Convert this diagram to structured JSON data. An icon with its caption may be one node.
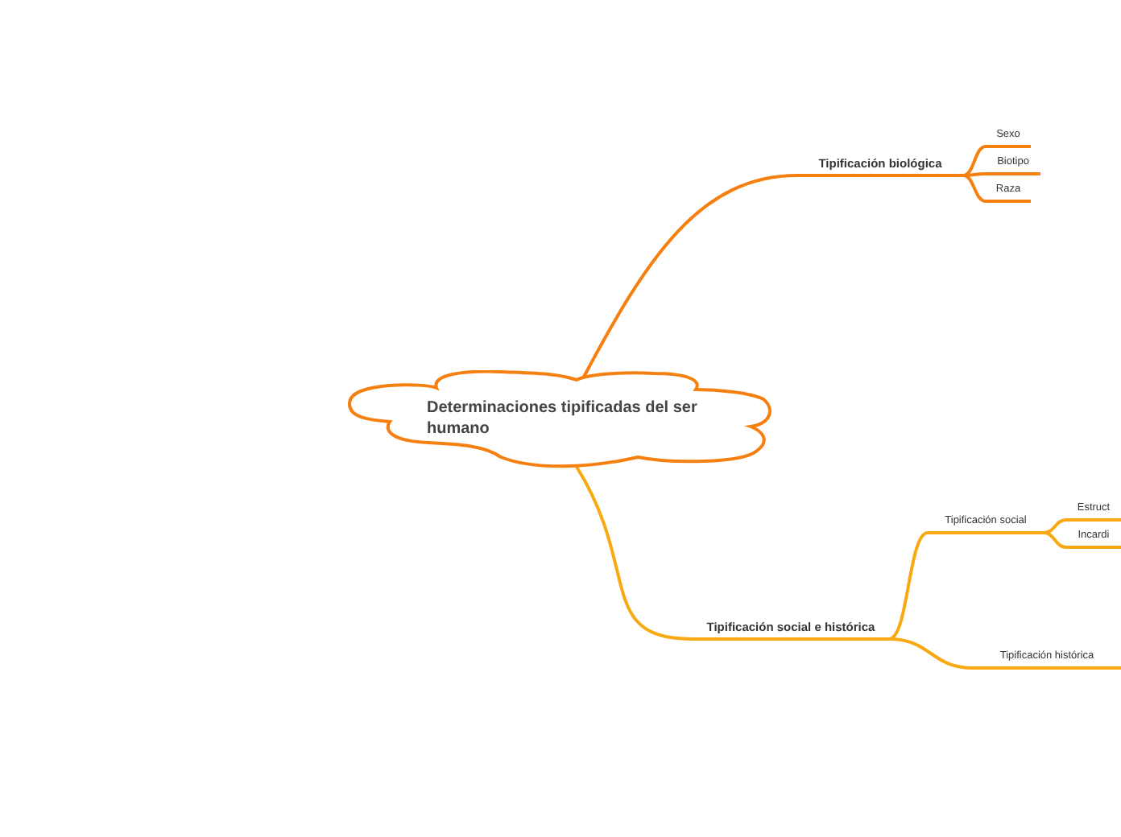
{
  "diagram": {
    "nodes": [
      {
        "text": [
          "Determinaciones tipificadas del ser humano"
        ]
      },
      {
        "text": [
          "Tipificación biológica"
        ]
      },
      {
        "text": [
          "Sexo"
        ]
      },
      {
        "text": [
          "Biotipo"
        ]
      },
      {
        "text": [
          "Raza"
        ]
      },
      {
        "text": [
          "Tipificación social e histórica"
        ]
      },
      {
        "text": [
          "Tipificación social"
        ]
      },
      {
        "text": [
          "Estruct"
        ]
      },
      {
        "text": [
          "Incardi"
        ]
      },
      {
        "text": [
          "Tipificación histórica"
        ]
      }
    ],
    "edges": [
      {
        "from": 0,
        "to": 1,
        "arrow": "none",
        "color": "#f57f0f"
      },
      {
        "from": 1,
        "to": 2,
        "arrow": "none",
        "color": "#f57f0f"
      },
      {
        "from": 1,
        "to": 3,
        "arrow": "none",
        "color": "#f57f0f"
      },
      {
        "from": 1,
        "to": 4,
        "arrow": "none",
        "color": "#f57f0f"
      },
      {
        "from": 0,
        "to": 5,
        "arrow": "none"
      },
      {
        "from": 5,
        "to": 6,
        "arrow": "none"
      },
      {
        "from": 6,
        "to": 7,
        "arrow": "none"
      },
      {
        "from": 6,
        "to": 8,
        "arrow": "none"
      },
      {
        "from": 5,
        "to": 9,
        "arrow": "none"
      }
    ]
  }
}
